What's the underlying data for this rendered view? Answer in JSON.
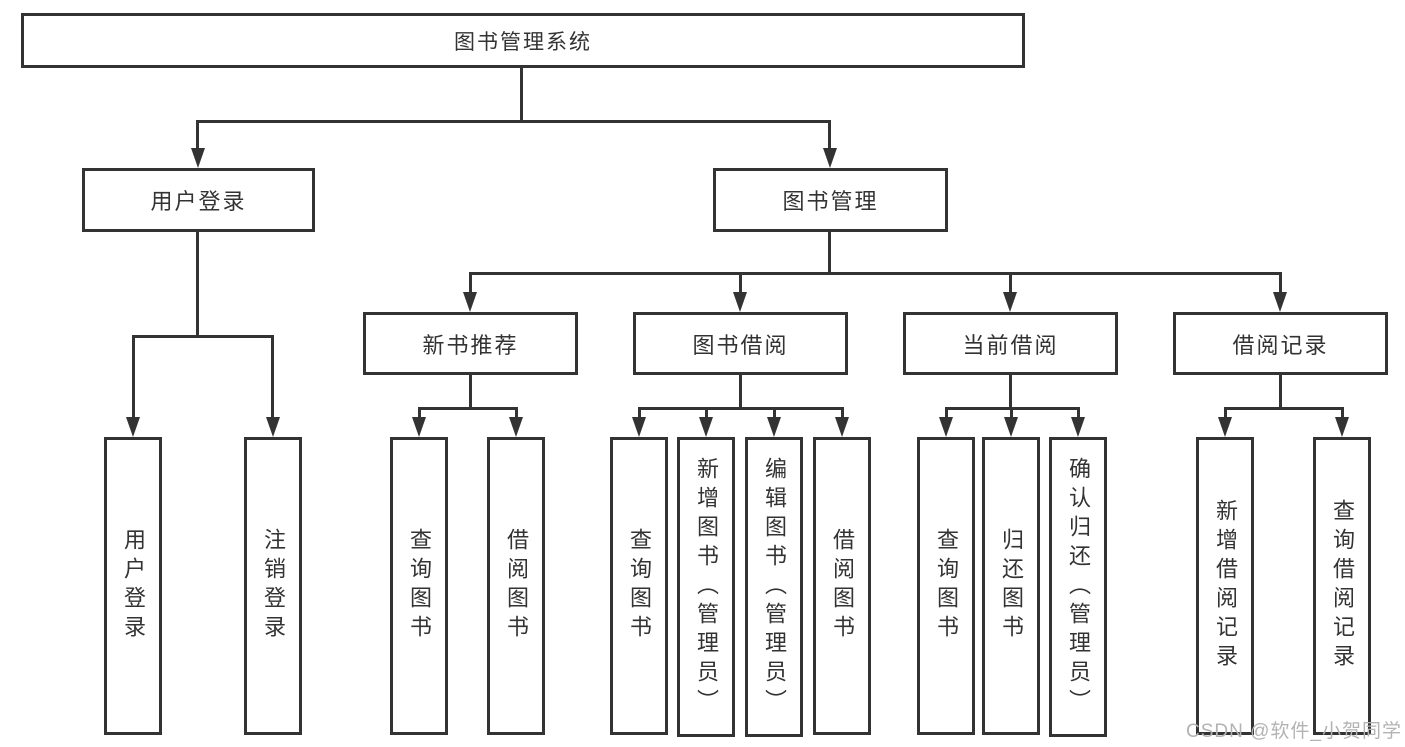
{
  "colors": {
    "line": "#333333",
    "box_border": "#333333",
    "box_fill": "#ffffff",
    "text": "#333333",
    "watermark": "#b3b3b3",
    "background": "#ffffff"
  },
  "nodes": {
    "root": {
      "label": "图书管理系统"
    },
    "user_login": {
      "label": "用户登录"
    },
    "book_mgmt": {
      "label": "图书管理"
    },
    "new_book_rec": {
      "label": "新书推荐"
    },
    "book_borrow": {
      "label": "图书借阅"
    },
    "current_borrow": {
      "label": "当前借阅"
    },
    "borrow_records": {
      "label": "借阅记录"
    },
    "leaves": [
      {
        "label": "用户登录"
      },
      {
        "label": "注销登录"
      },
      {
        "label": "查询图书"
      },
      {
        "label": "借阅图书"
      },
      {
        "label": "查询图书"
      },
      {
        "label": "新增图书（管理员）"
      },
      {
        "label": "编辑图书（管理员）"
      },
      {
        "label": "借阅图书"
      },
      {
        "label": "查询图书"
      },
      {
        "label": "归还图书"
      },
      {
        "label": "确认归还（管理员）"
      },
      {
        "label": "新增借阅记录"
      },
      {
        "label": "查询借阅记录"
      }
    ]
  },
  "watermark": {
    "text": "CSDN @软件_小贺同学"
  }
}
